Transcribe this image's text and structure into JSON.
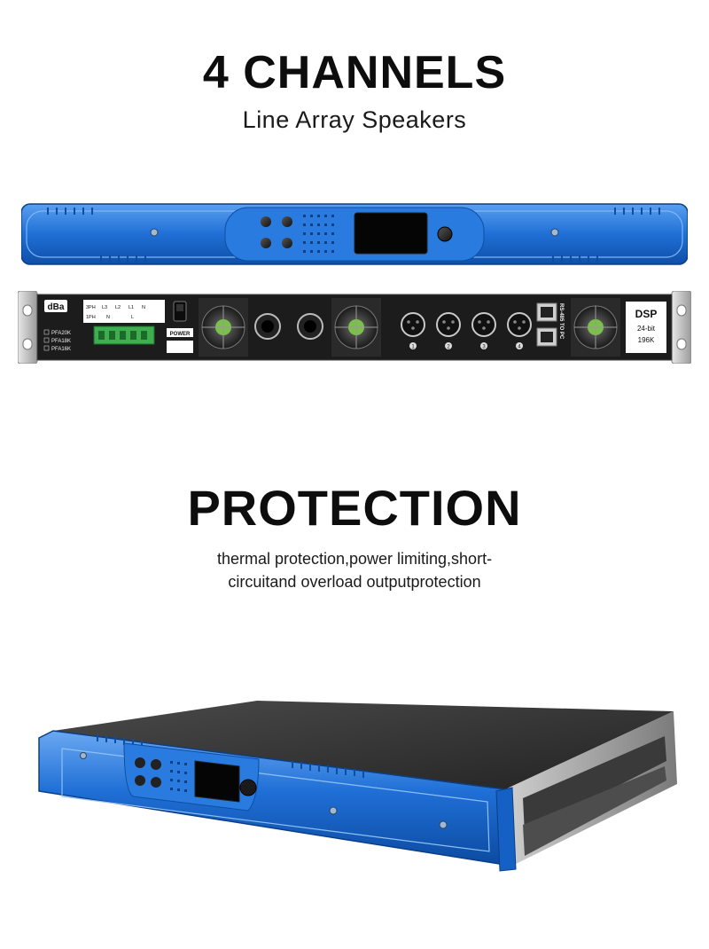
{
  "section1": {
    "title": "4 CHANNELS",
    "subtitle": "Line Array Speakers"
  },
  "section2": {
    "title": "PROTECTION",
    "description_line1": "thermal protection,power limiting,short-",
    "description_line2": "circuitand overload outputprotection"
  },
  "rear_panel": {
    "brand": "dBa",
    "power_label": "POWER",
    "models": [
      "PFA20K",
      "PFA18K",
      "PFA16K"
    ],
    "phase_row1": [
      "3PH",
      "L3",
      "L2",
      "L1",
      "N"
    ],
    "phase_row2": [
      "1PH",
      "N",
      "L"
    ],
    "channel_numbers": [
      "1",
      "2",
      "3",
      "4"
    ],
    "network_label": "RS-485 TO PC",
    "dsp_label": "DSP",
    "dsp_bits": "24-bit",
    "dsp_rate": "196K"
  },
  "colors": {
    "chassis_blue": "#1f6fd6",
    "panel_dark": "#1c1c1c",
    "terminal_green": "#3fae4e"
  }
}
